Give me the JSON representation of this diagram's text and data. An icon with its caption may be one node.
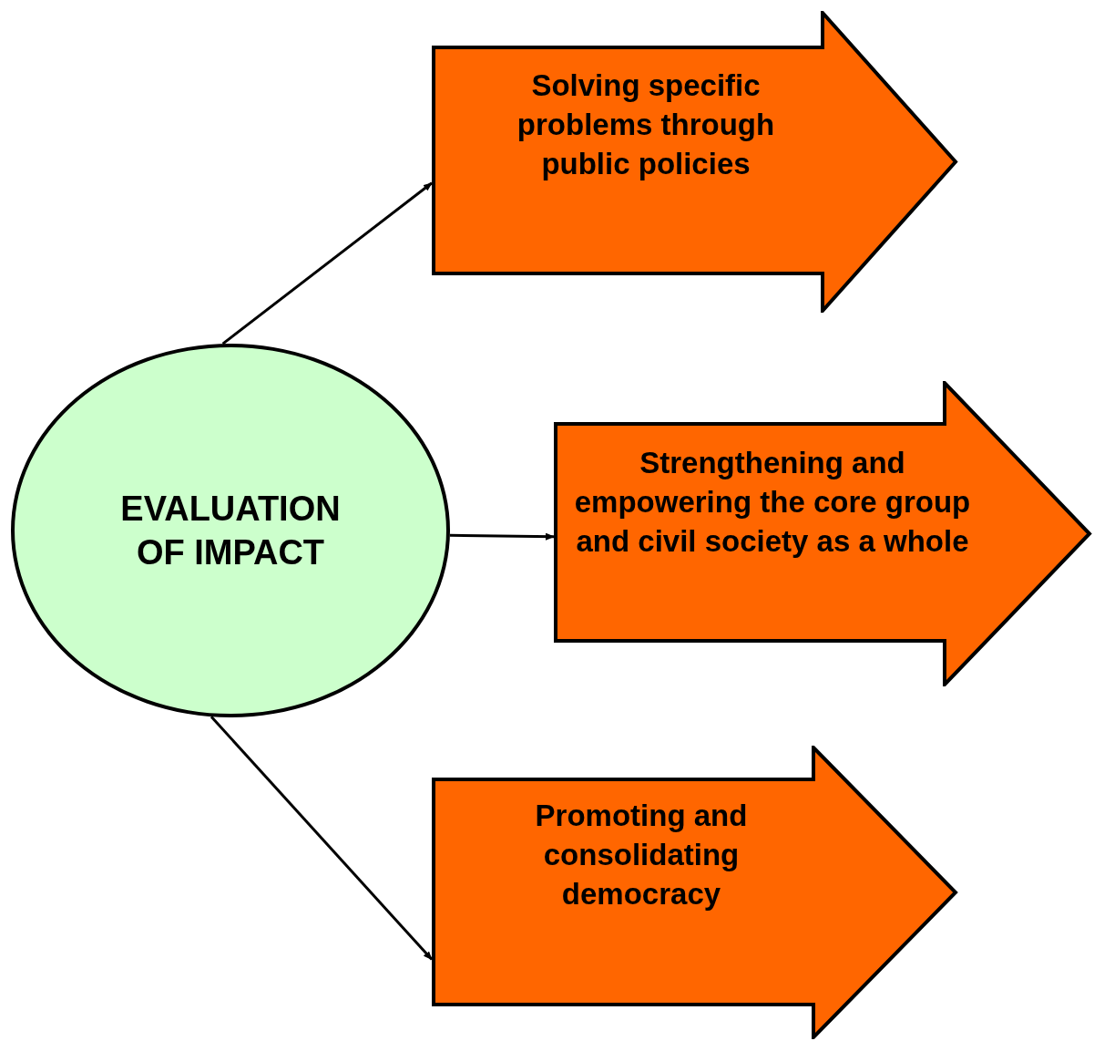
{
  "diagram": {
    "nodes": [
      {
        "text": [
          "EVALUATION OF IMPACT"
        ]
      },
      {
        "text": [
          "Solving specific problems through public policies"
        ]
      },
      {
        "text": [
          "Strengthening and empowering the core group and civil society as a whole"
        ]
      },
      {
        "text": [
          "Promoting and consolidating democracy"
        ]
      }
    ],
    "edges": [
      {
        "from": 0,
        "to": 1,
        "arrow": "to"
      },
      {
        "from": 0,
        "to": 2,
        "arrow": "to"
      },
      {
        "from": 0,
        "to": 3,
        "arrow": "to"
      }
    ]
  }
}
